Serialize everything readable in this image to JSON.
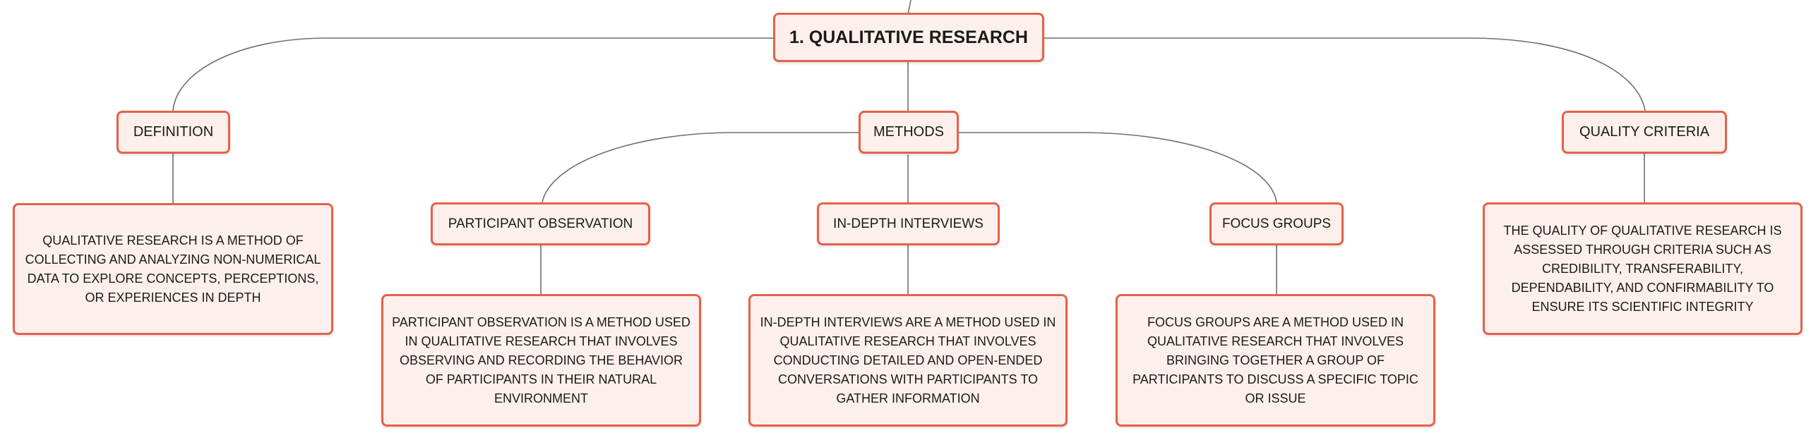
{
  "root": {
    "label": "1. QUALITATIVE RESEARCH"
  },
  "definition": {
    "label": "DEFINITION",
    "text": "QUALITATIVE RESEARCH IS A METHOD OF COLLECTING AND ANALYZING NON-NUMERICAL DATA TO EXPLORE CONCEPTS, PERCEPTIONS, OR EXPERIENCES IN DEPTH"
  },
  "methods": {
    "label": "METHODS",
    "participant_observation": {
      "label": "PARTICIPANT OBSERVATION",
      "text": "PARTICIPANT OBSERVATION IS A METHOD USED IN QUALITATIVE RESEARCH THAT INVOLVES OBSERVING AND RECORDING THE BEHAVIOR OF PARTICIPANTS IN THEIR NATURAL ENVIRONMENT"
    },
    "in_depth_interviews": {
      "label": "IN-DEPTH INTERVIEWS",
      "text": "IN-DEPTH INTERVIEWS ARE A METHOD USED IN QUALITATIVE RESEARCH THAT INVOLVES CONDUCTING DETAILED AND OPEN-ENDED CONVERSATIONS WITH PARTICIPANTS TO GATHER INFORMATION"
    },
    "focus_groups": {
      "label": "FOCUS GROUPS",
      "text": "FOCUS GROUPS ARE A METHOD USED IN QUALITATIVE RESEARCH THAT INVOLVES BRINGING TOGETHER A GROUP OF PARTICIPANTS TO DISCUSS A SPECIFIC TOPIC OR ISSUE"
    }
  },
  "quality_criteria": {
    "label": "QUALITY CRITERIA",
    "text": "THE QUALITY OF QUALITATIVE RESEARCH IS ASSESSED THROUGH CRITERIA SUCH AS CREDIBILITY, TRANSFERABILITY, DEPENDABILITY, AND CONFIRMABILITY TO ENSURE ITS SCIENTIFIC INTEGRITY"
  },
  "colors": {
    "node_border": "#e8604a",
    "node_fill": "#fdf0ec",
    "connector": "#6f6f6f"
  }
}
